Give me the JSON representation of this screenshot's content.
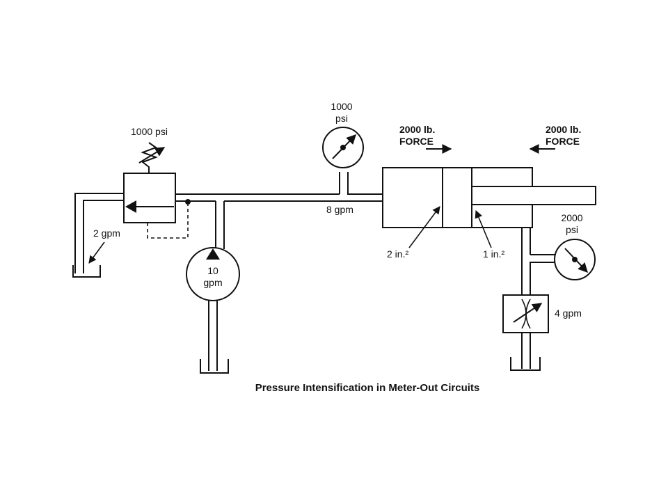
{
  "diagram": {
    "relief_setting": "1000 psi",
    "relief_flow": "2 gpm",
    "pump_flow_value": "10",
    "pump_flow_unit": "gpm",
    "line_flow": "8 gpm",
    "gauge_cap_value": "1000",
    "gauge_cap_unit": "psi",
    "force_cap_value": "2000 lb.",
    "force_cap_unit": "FORCE",
    "force_rod_value": "2000 lb.",
    "force_rod_unit": "FORCE",
    "area_cap": "2 in.²",
    "area_rod": "1 in.²",
    "gauge_rod_value": "2000",
    "gauge_rod_unit": "psi",
    "flow_control_flow": "4 gpm",
    "title": "Pressure Intensification in Meter-Out Circuits"
  }
}
